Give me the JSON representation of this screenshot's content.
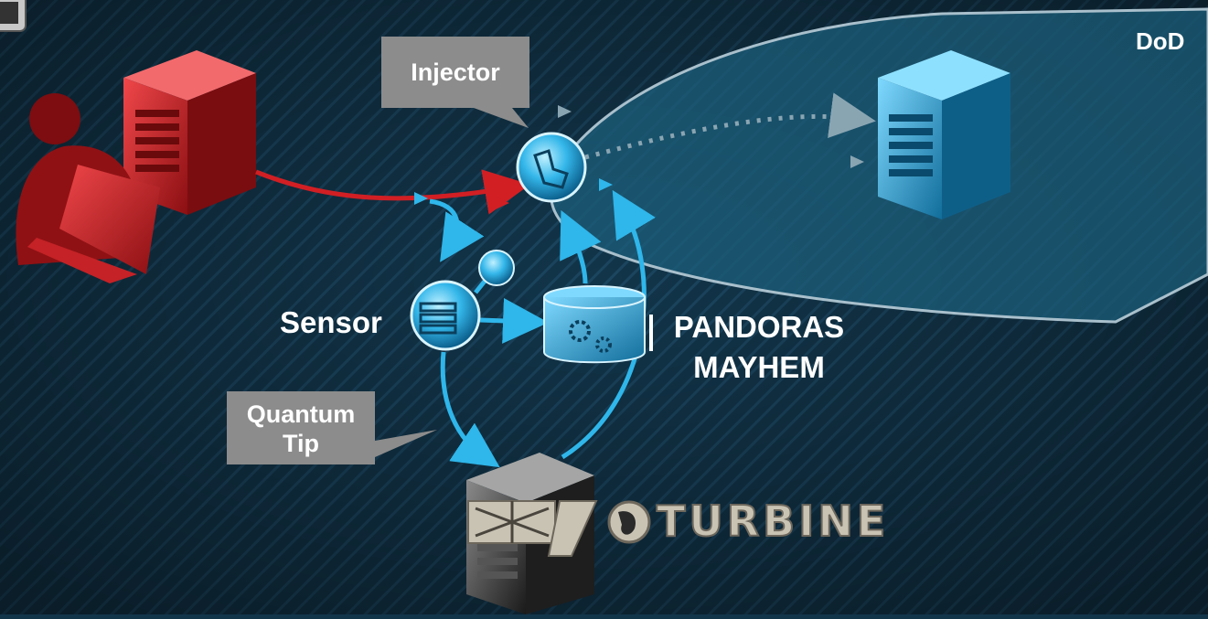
{
  "labels": {
    "zone": "DoD",
    "injector": "Injector",
    "sensor": "Sensor",
    "quantum_line1": "Quantum",
    "quantum_line2": "Tip",
    "pandoras_line1": "PANDORAS",
    "pandoras_line2": "MAYHEM",
    "turbine": "TURBINE"
  },
  "colors": {
    "background": "#12354a",
    "zone_fill": "#1c5d7a",
    "zone_outline": "#a9c0cc",
    "attacker_red": "#d11f24",
    "node_blue": "#2fb6ea",
    "callout_grey": "#8c8c8c",
    "turbine_text": "#c9c3b4"
  },
  "icons": {
    "attacker": "hacker-silhouette-icon",
    "attacker_server": "red-server-icon",
    "target_server": "blue-server-icon",
    "injector": "injector-node-icon",
    "sensor": "sensor-node-icon",
    "pandoras": "database-gears-icon",
    "turbine_server": "dark-server-icon"
  }
}
